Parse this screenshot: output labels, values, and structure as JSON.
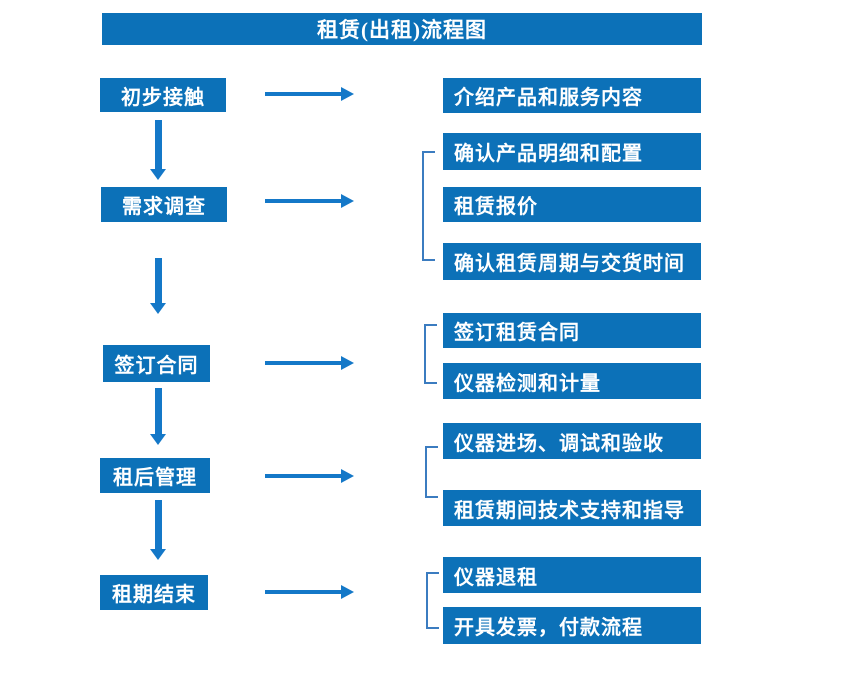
{
  "title": "租赁(出租)流程图",
  "colors": {
    "box_fill": "#0C71B8",
    "arrow": "#1478C8",
    "bracket": "#3B7CC0",
    "text": "#FFFFFF",
    "background": "#FFFFFF"
  },
  "steps": [
    {
      "label": "初步接触",
      "outputs": [
        "介绍产品和服务内容"
      ]
    },
    {
      "label": "需求调查",
      "outputs": [
        "确认产品明细和配置",
        "租赁报价",
        "确认租赁周期与交货时间"
      ]
    },
    {
      "label": "签订合同",
      "outputs": [
        "签订租赁合同",
        "仪器检测和计量"
      ]
    },
    {
      "label": "租后管理",
      "outputs": [
        "仪器进场、调试和验收",
        "租赁期间技术支持和指导"
      ]
    },
    {
      "label": "租期结束",
      "outputs": [
        "仪器退租",
        "开具发票，付款流程"
      ]
    }
  ]
}
